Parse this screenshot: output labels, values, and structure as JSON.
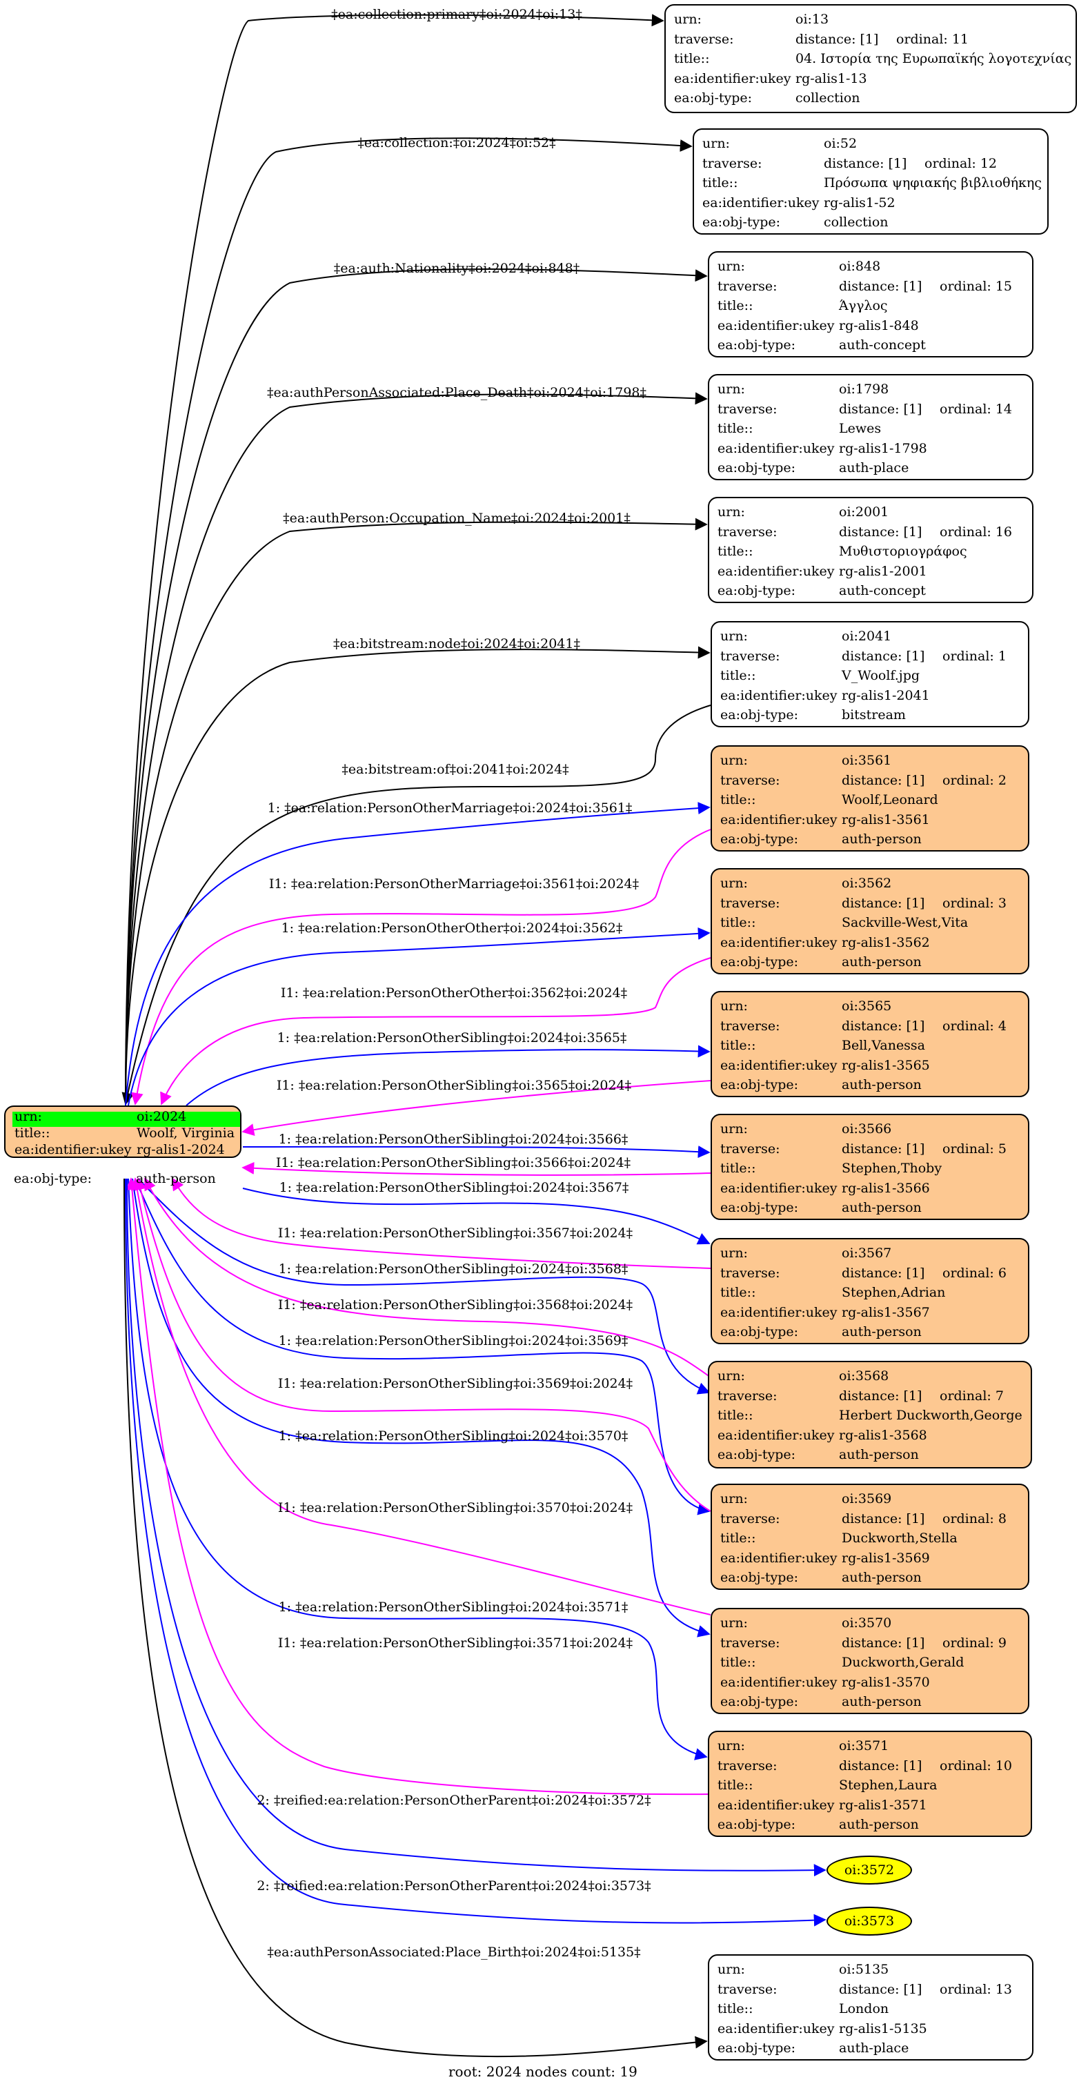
{
  "keys": {
    "urn": "urn:",
    "traverse": "traverse:",
    "title": "title::",
    "ukey": "ea:identifier:ukey",
    "objtype": "ea:obj-type:"
  },
  "root": {
    "urn": "oi:2024",
    "title": "Woolf, Virginia",
    "ukey": "rg-alis1-2024",
    "objtype": "auth-person",
    "highlight_color": "#00ff00",
    "fill": "#fdc891"
  },
  "colors": {
    "outgoing_rel": "#0000ff",
    "incoming_rel": "#ff00ff",
    "plain": "#000000",
    "person_fill": "#fdc891",
    "ellipse_fill": "#ffff00"
  },
  "nodes": [
    {
      "id": "n13",
      "urn": "oi:13",
      "distance": "distance: [1]",
      "ordinal": "ordinal: 11",
      "title": "04. Ιστορία της Ευρωπαϊκής λογοτεχνίας",
      "ukey": "rg-alis1-13",
      "objtype": "collection",
      "person": false
    },
    {
      "id": "n52",
      "urn": "oi:52",
      "distance": "distance: [1]",
      "ordinal": "ordinal: 12",
      "title": "Πρόσωπα ψηφιακής βιβλιοθήκης",
      "ukey": "rg-alis1-52",
      "objtype": "collection",
      "person": false
    },
    {
      "id": "n848",
      "urn": "oi:848",
      "distance": "distance: [1]",
      "ordinal": "ordinal: 15",
      "title": "Άγγλος",
      "ukey": "rg-alis1-848",
      "objtype": "auth-concept",
      "person": false
    },
    {
      "id": "n1798",
      "urn": "oi:1798",
      "distance": "distance: [1]",
      "ordinal": "ordinal: 14",
      "title": "Lewes",
      "ukey": "rg-alis1-1798",
      "objtype": "auth-place",
      "person": false
    },
    {
      "id": "n2001",
      "urn": "oi:2001",
      "distance": "distance: [1]",
      "ordinal": "ordinal: 16",
      "title": "Μυθιστοριογράφος",
      "ukey": "rg-alis1-2001",
      "objtype": "auth-concept",
      "person": false
    },
    {
      "id": "n2041",
      "urn": "oi:2041",
      "distance": "distance: [1]",
      "ordinal": "ordinal: 1",
      "title": "V_Woolf.jpg",
      "ukey": "rg-alis1-2041",
      "objtype": "bitstream",
      "person": false
    },
    {
      "id": "n3561",
      "urn": "oi:3561",
      "distance": "distance: [1]",
      "ordinal": "ordinal: 2",
      "title": "Woolf,Leonard",
      "ukey": "rg-alis1-3561",
      "objtype": "auth-person",
      "person": true
    },
    {
      "id": "n3562",
      "urn": "oi:3562",
      "distance": "distance: [1]",
      "ordinal": "ordinal: 3",
      "title": "Sackville-West,Vita",
      "ukey": "rg-alis1-3562",
      "objtype": "auth-person",
      "person": true
    },
    {
      "id": "n3565",
      "urn": "oi:3565",
      "distance": "distance: [1]",
      "ordinal": "ordinal: 4",
      "title": "Bell,Vanessa",
      "ukey": "rg-alis1-3565",
      "objtype": "auth-person",
      "person": true
    },
    {
      "id": "n3566",
      "urn": "oi:3566",
      "distance": "distance: [1]",
      "ordinal": "ordinal: 5",
      "title": "Stephen,Thoby",
      "ukey": "rg-alis1-3566",
      "objtype": "auth-person",
      "person": true
    },
    {
      "id": "n3567",
      "urn": "oi:3567",
      "distance": "distance: [1]",
      "ordinal": "ordinal: 6",
      "title": "Stephen,Adrian",
      "ukey": "rg-alis1-3567",
      "objtype": "auth-person",
      "person": true
    },
    {
      "id": "n3568",
      "urn": "oi:3568",
      "distance": "distance: [1]",
      "ordinal": "ordinal: 7",
      "title": "Herbert Duckworth,George",
      "ukey": "rg-alis1-3568",
      "objtype": "auth-person",
      "person": true
    },
    {
      "id": "n3569",
      "urn": "oi:3569",
      "distance": "distance: [1]",
      "ordinal": "ordinal: 8",
      "title": "Duckworth,Stella",
      "ukey": "rg-alis1-3569",
      "objtype": "auth-person",
      "person": true
    },
    {
      "id": "n3570",
      "urn": "oi:3570",
      "distance": "distance: [1]",
      "ordinal": "ordinal: 9",
      "title": "Duckworth,Gerald",
      "ukey": "rg-alis1-3570",
      "objtype": "auth-person",
      "person": true
    },
    {
      "id": "n3571",
      "urn": "oi:3571",
      "distance": "distance: [1]",
      "ordinal": "ordinal: 10",
      "title": "Stephen,Laura",
      "ukey": "rg-alis1-3571",
      "objtype": "auth-person",
      "person": true
    },
    {
      "id": "n5135",
      "urn": "oi:5135",
      "distance": "distance: [1]",
      "ordinal": "ordinal: 13",
      "title": "London",
      "ukey": "rg-alis1-5135",
      "objtype": "auth-place",
      "person": false
    }
  ],
  "ellipses": [
    {
      "id": "e3572",
      "label": "oi:3572"
    },
    {
      "id": "e3573",
      "label": "oi:3573"
    }
  ],
  "edge_labels": [
    {
      "id": "l1",
      "text": "‡ea:collection:primary‡oi:2024‡oi:13‡",
      "color": "#000000"
    },
    {
      "id": "l2",
      "text": "‡ea:collection:‡oi:2024‡oi:52‡",
      "color": "#000000"
    },
    {
      "id": "l3",
      "text": "‡ea:auth:Nationality‡oi:2024‡oi:848‡",
      "color": "#000000"
    },
    {
      "id": "l4",
      "text": "‡ea:authPersonAssociated:Place_Death‡oi:2024‡oi:1798‡",
      "color": "#000000"
    },
    {
      "id": "l5",
      "text": "‡ea:authPerson:Occupation_Name‡oi:2024‡oi:2001‡",
      "color": "#000000"
    },
    {
      "id": "l6",
      "text": "‡ea:bitstream:node‡oi:2024‡oi:2041‡",
      "color": "#000000"
    },
    {
      "id": "l7",
      "text": "‡ea:bitstream:of‡oi:2041‡oi:2024‡",
      "color": "#000000"
    },
    {
      "id": "l8",
      "text": "1: ‡ea:relation:PersonOtherMarriage‡oi:2024‡oi:3561‡",
      "color": "#000000"
    },
    {
      "id": "l9",
      "text": "I1: ‡ea:relation:PersonOtherMarriage‡oi:3561‡oi:2024‡",
      "color": "#000000"
    },
    {
      "id": "l10",
      "text": "1: ‡ea:relation:PersonOtherOther‡oi:2024‡oi:3562‡",
      "color": "#000000"
    },
    {
      "id": "l11",
      "text": "I1: ‡ea:relation:PersonOtherOther‡oi:3562‡oi:2024‡",
      "color": "#000000"
    },
    {
      "id": "l12",
      "text": "1: ‡ea:relation:PersonOtherSibling‡oi:2024‡oi:3565‡",
      "color": "#000000"
    },
    {
      "id": "l13",
      "text": "I1: ‡ea:relation:PersonOtherSibling‡oi:3565‡oi:2024‡",
      "color": "#000000"
    },
    {
      "id": "l14",
      "text": "1: ‡ea:relation:PersonOtherSibling‡oi:2024‡oi:3566‡",
      "color": "#000000"
    },
    {
      "id": "l15",
      "text": "I1: ‡ea:relation:PersonOtherSibling‡oi:3566‡oi:2024‡",
      "color": "#000000"
    },
    {
      "id": "l16",
      "text": "1: ‡ea:relation:PersonOtherSibling‡oi:2024‡oi:3567‡",
      "color": "#000000"
    },
    {
      "id": "l17",
      "text": "I1: ‡ea:relation:PersonOtherSibling‡oi:3567‡oi:2024‡",
      "color": "#000000"
    },
    {
      "id": "l18",
      "text": "1: ‡ea:relation:PersonOtherSibling‡oi:2024‡oi:3568‡",
      "color": "#000000"
    },
    {
      "id": "l19",
      "text": "I1: ‡ea:relation:PersonOtherSibling‡oi:3568‡oi:2024‡",
      "color": "#000000"
    },
    {
      "id": "l20",
      "text": "1: ‡ea:relation:PersonOtherSibling‡oi:2024‡oi:3569‡",
      "color": "#000000"
    },
    {
      "id": "l21",
      "text": "I1: ‡ea:relation:PersonOtherSibling‡oi:3569‡oi:2024‡",
      "color": "#000000"
    },
    {
      "id": "l22",
      "text": "1: ‡ea:relation:PersonOtherSibling‡oi:2024‡oi:3570‡",
      "color": "#000000"
    },
    {
      "id": "l23",
      "text": "I1: ‡ea:relation:PersonOtherSibling‡oi:3570‡oi:2024‡",
      "color": "#000000"
    },
    {
      "id": "l24",
      "text": "1: ‡ea:relation:PersonOtherSibling‡oi:2024‡oi:3571‡",
      "color": "#000000"
    },
    {
      "id": "l25",
      "text": "I1: ‡ea:relation:PersonOtherSibling‡oi:3571‡oi:2024‡",
      "color": "#000000"
    },
    {
      "id": "l26",
      "text": "2: ‡reified:ea:relation:PersonOtherParent‡oi:2024‡oi:3572‡",
      "color": "#000000"
    },
    {
      "id": "l27",
      "text": "2: ‡reified:ea:relation:PersonOtherParent‡oi:2024‡oi:3573‡",
      "color": "#000000"
    },
    {
      "id": "l28",
      "text": "‡ea:authPersonAssociated:Place_Birth‡oi:2024‡oi:5135‡",
      "color": "#000000"
    }
  ],
  "footer": "root: 2024 nodes count: 19"
}
